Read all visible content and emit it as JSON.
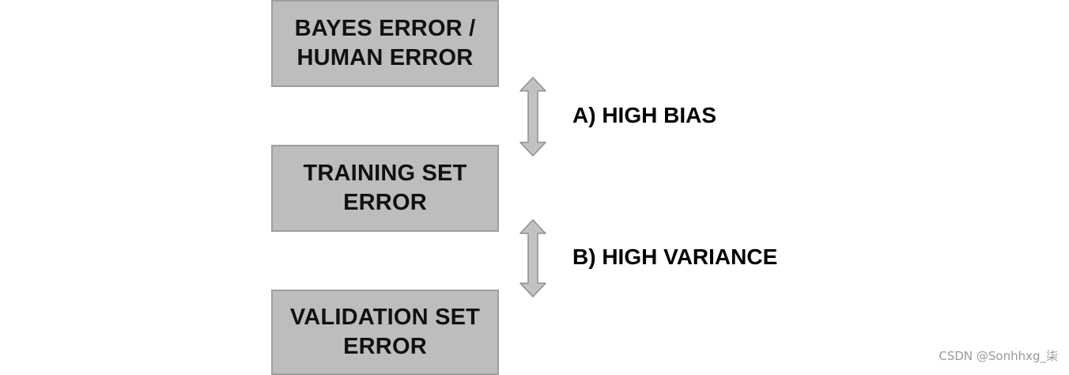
{
  "boxes": {
    "bayes": {
      "line1": "BAYES ERROR /",
      "line2": "HUMAN ERROR"
    },
    "training": {
      "line1": "TRAINING SET",
      "line2": "ERROR"
    },
    "validation": {
      "line1": "VALIDATION SET",
      "line2": "ERROR"
    }
  },
  "gaps": {
    "bias": {
      "label": "A) HIGH BIAS",
      "icon": "double-headed-vertical-arrow"
    },
    "variance": {
      "label": "B) HIGH VARIANCE",
      "icon": "double-headed-vertical-arrow"
    }
  },
  "watermark": "CSDN @Sonhhxg_柒",
  "colors": {
    "box_fill": "#bdbdbd",
    "box_border": "#9e9e9e",
    "arrow_fill": "#c2c2c2",
    "arrow_stroke": "#8f8f8f",
    "text": "#111111"
  }
}
